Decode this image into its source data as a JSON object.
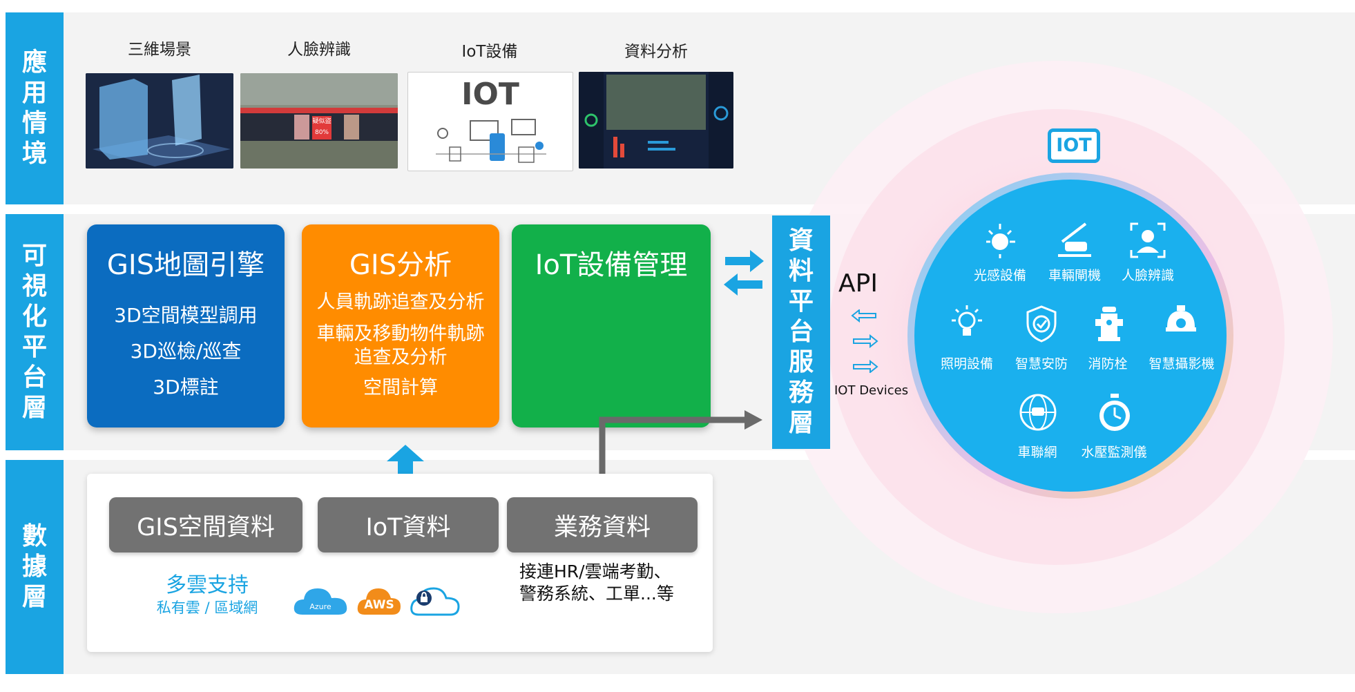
{
  "colors": {
    "blue": "#1aa4e2",
    "card_blue": "#0b6cc0",
    "card_orange": "#ff8c00",
    "card_green": "#12b04a",
    "gray": "#727272",
    "circle": "#1ab0ee"
  },
  "layers": {
    "application": "應用情境",
    "platform": "可視化平台層",
    "data": "數據層",
    "service": "資料平台服務層"
  },
  "applications": [
    {
      "label": "三維場景",
      "icon": "3d-scene-thumbnail"
    },
    {
      "label": "人臉辨識",
      "icon": "face-recognition-thumbnail"
    },
    {
      "label": "IoT設備",
      "icon": "iot-devices-thumbnail",
      "thumb_text": "IOT"
    },
    {
      "label": "資料分析",
      "icon": "data-analysis-thumbnail"
    }
  ],
  "face_badge": {
    "line1": "疑似盜",
    "line2": "80%"
  },
  "cards": [
    {
      "title": "GIS地圖引擎",
      "items": [
        "3D空間模型調用",
        "3D巡檢/巡查",
        "3D標註"
      ]
    },
    {
      "title": "GIS分析",
      "items": [
        "人員軌跡追查及分析",
        "車輛及移動物件軌跡",
        "追查及分析",
        "空間計算"
      ]
    },
    {
      "title": "IoT設備管理",
      "items": []
    }
  ],
  "data_sources": [
    "GIS空間資料",
    "IoT資料",
    "業務資料"
  ],
  "cloud": {
    "title": "多雲支持",
    "subtitle": "私有雲 / 區域網",
    "azure": "Azure",
    "aws": "AWS"
  },
  "business_note": [
    "接連HR/雲端考勤、",
    "警務系統、工單...等"
  ],
  "api": {
    "label": "API",
    "devices": "IOT Devices"
  },
  "iot": {
    "badge": "IOT",
    "items": [
      {
        "label": "光感設備",
        "icon": "light-sensor-icon"
      },
      {
        "label": "車輛閘機",
        "icon": "vehicle-gate-icon"
      },
      {
        "label": "人臉辨識",
        "icon": "face-scan-icon"
      },
      {
        "label": "照明設備",
        "icon": "lightbulb-icon"
      },
      {
        "label": "智慧安防",
        "icon": "security-shield-icon"
      },
      {
        "label": "消防栓",
        "icon": "fire-hydrant-icon"
      },
      {
        "label": "智慧攝影機",
        "icon": "dome-camera-icon"
      },
      {
        "label": "車聯網",
        "icon": "connected-car-icon"
      },
      {
        "label": "水壓監測儀",
        "icon": "pressure-gauge-icon"
      }
    ]
  }
}
